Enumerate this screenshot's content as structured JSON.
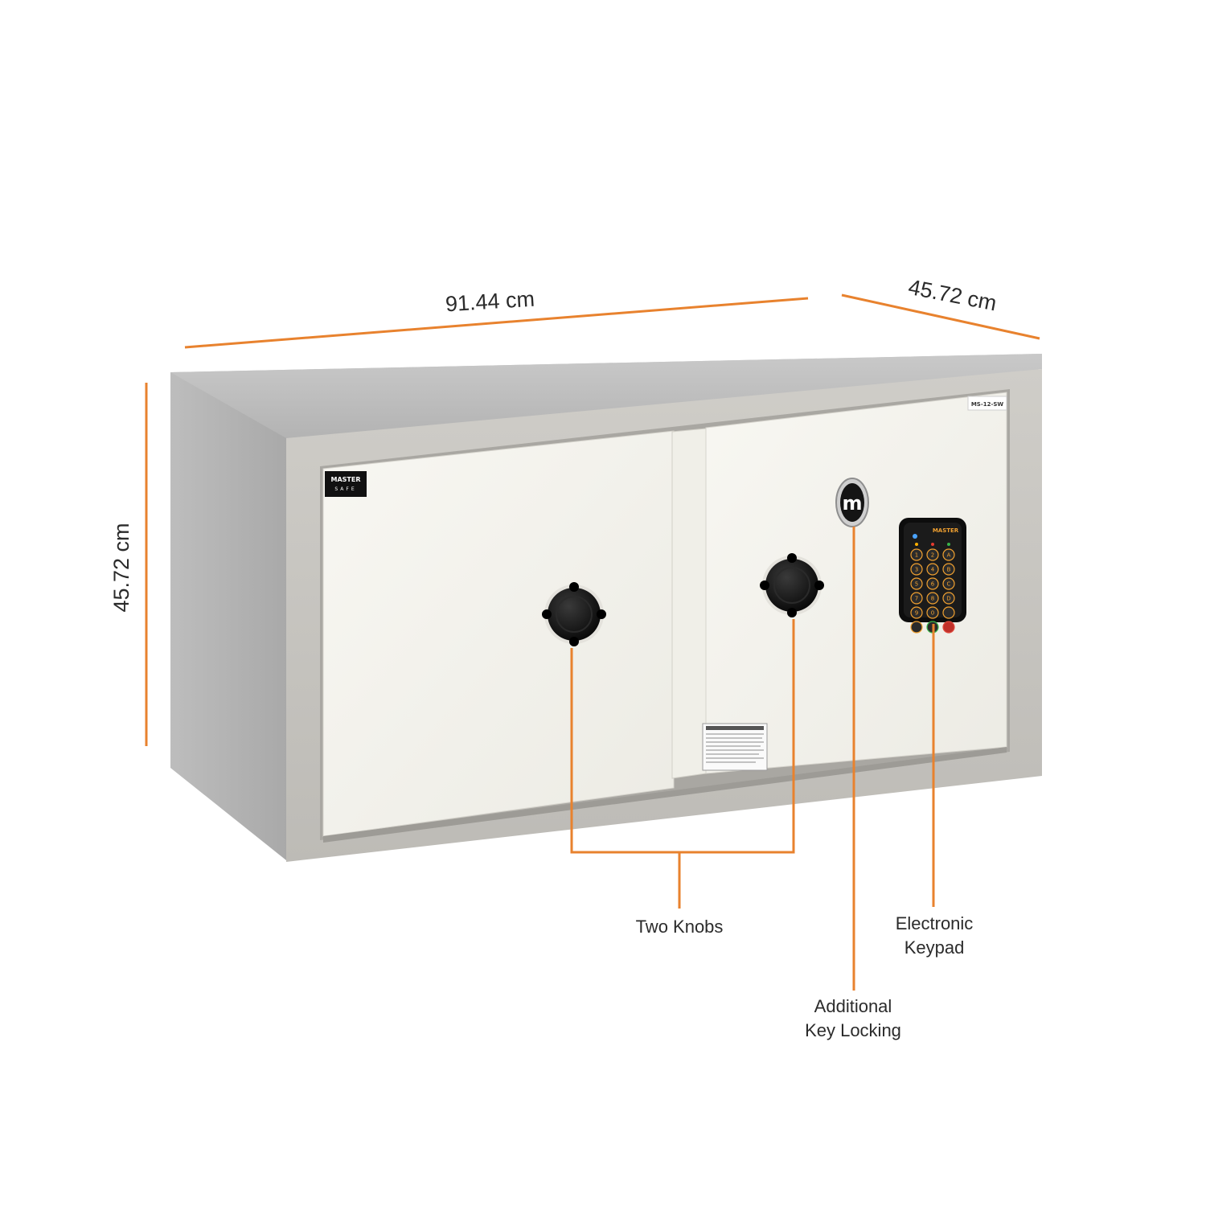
{
  "dimensions": {
    "width": "91.44 cm",
    "depth": "45.72 cm",
    "height": "45.72 cm"
  },
  "callouts": {
    "knobs": "Two Knobs",
    "keypad": [
      "Electronic",
      "Keypad"
    ],
    "key_lock": [
      "Additional",
      "Key Locking"
    ]
  },
  "product": {
    "brand_plate": [
      "MASTER",
      "SAFE"
    ],
    "model_tag": "MS-12-SW",
    "keypad_brand": "MASTER",
    "keypad_keys": [
      "1",
      "2",
      "A",
      "3",
      "4",
      "B",
      "5",
      "6",
      "C",
      "7",
      "8",
      "D",
      "9",
      "0",
      "",
      "",
      "",
      ""
    ]
  },
  "colors": {
    "accent_line": "#e8822e",
    "body_gray": "#b9b9b9",
    "frame_gray": "#c6c4bf",
    "door_white": "#f3f1ea",
    "knob_black": "#121212"
  }
}
